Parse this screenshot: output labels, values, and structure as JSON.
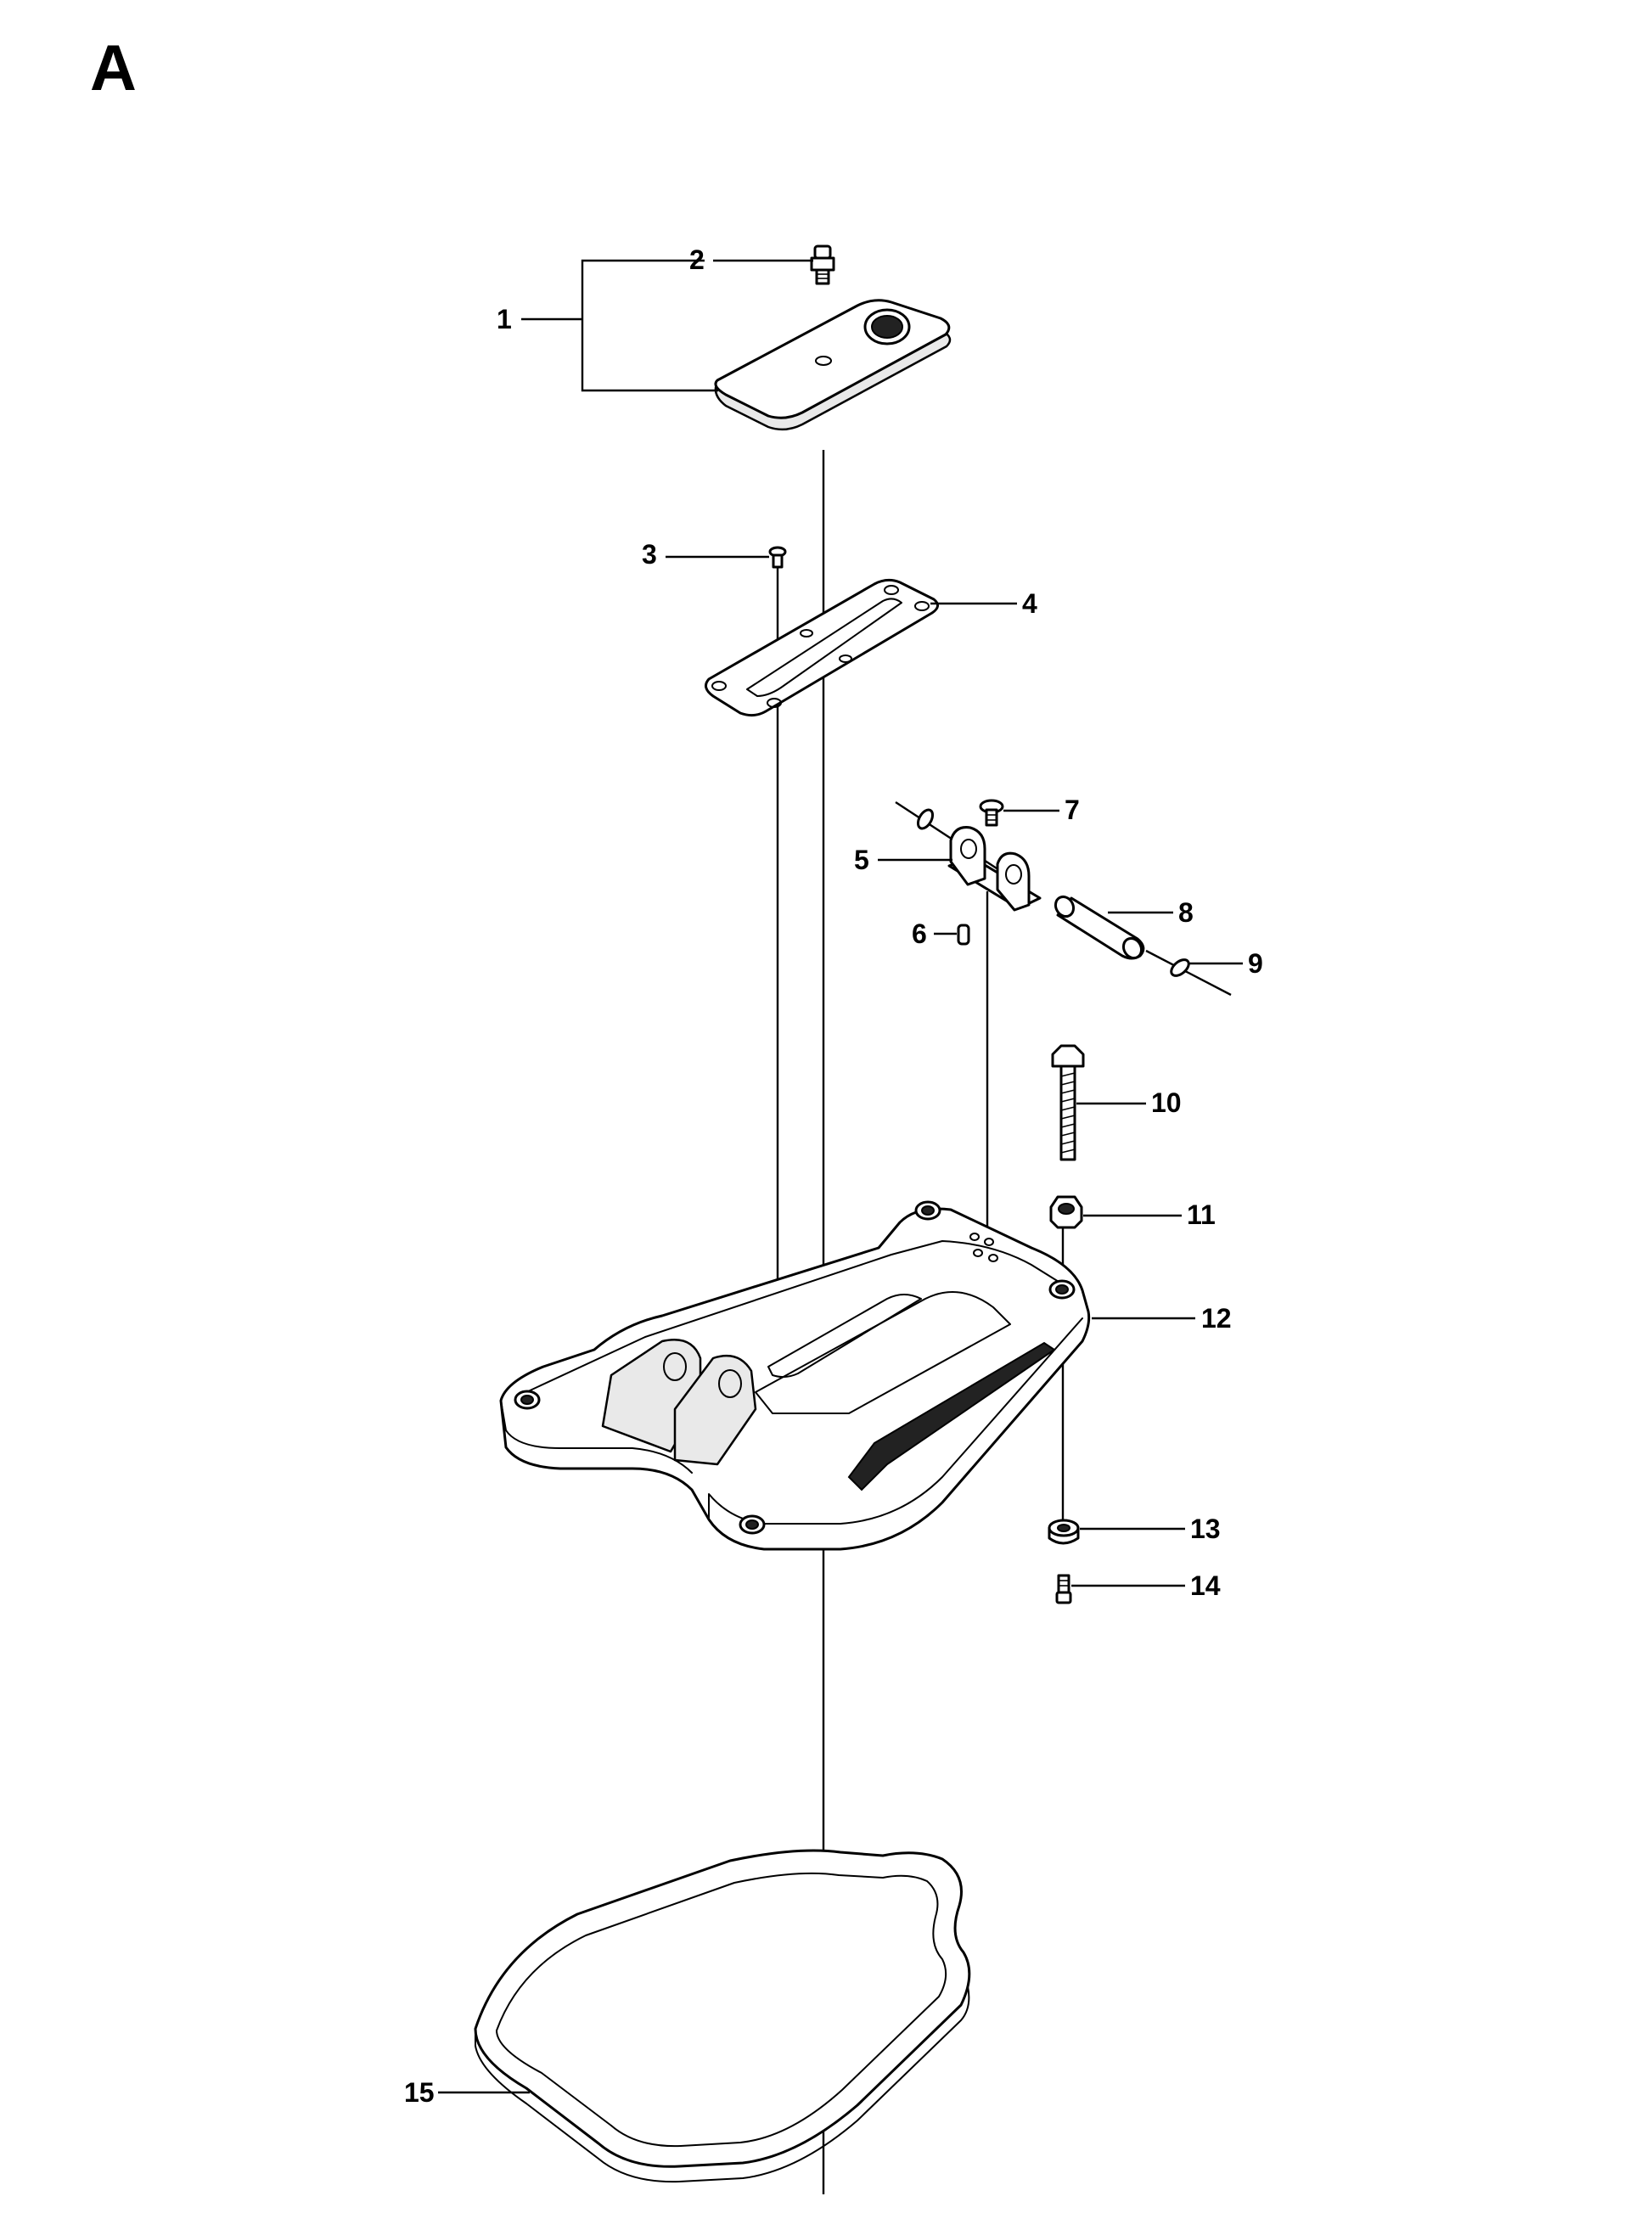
{
  "section_letter": "A",
  "callouts": [
    {
      "id": "1",
      "label": "1"
    },
    {
      "id": "2",
      "label": "2"
    },
    {
      "id": "3",
      "label": "3"
    },
    {
      "id": "4",
      "label": "4"
    },
    {
      "id": "5",
      "label": "5"
    },
    {
      "id": "6",
      "label": "6"
    },
    {
      "id": "7",
      "label": "7"
    },
    {
      "id": "8",
      "label": "8"
    },
    {
      "id": "9",
      "label": "9"
    },
    {
      "id": "10",
      "label": "10"
    },
    {
      "id": "11",
      "label": "11"
    },
    {
      "id": "12",
      "label": "12"
    },
    {
      "id": "13",
      "label": "13"
    },
    {
      "id": "14",
      "label": "14"
    },
    {
      "id": "15",
      "label": "15"
    }
  ],
  "colors": {
    "ink": "#000000",
    "background": "#ffffff"
  }
}
